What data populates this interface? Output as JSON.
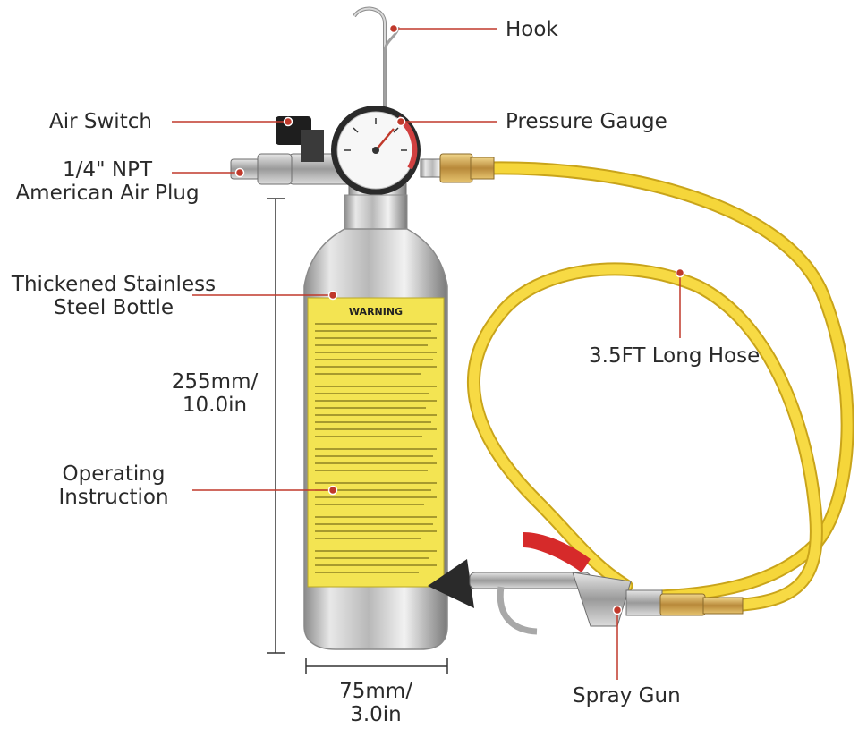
{
  "labels": {
    "hook": "Hook",
    "air_switch": "Air Switch",
    "pressure_gauge": "Pressure Gauge",
    "air_plug_line1": "1/4\" NPT",
    "air_plug_line2": "American Air Plug",
    "bottle_line1": "Thickened Stainless",
    "bottle_line2": "Steel Bottle",
    "hose": "3.5FT Long Hose",
    "height_line1": "255mm/",
    "height_line2": "10.0in",
    "instruction_line1": "Operating",
    "instruction_line2": "Instruction",
    "width_line1": "75mm/",
    "width_line2": "3.0in",
    "spray_gun": "Spray Gun"
  },
  "bottle_label": {
    "title": "WARNING"
  },
  "colors": {
    "leader_line": "#c0392b",
    "leader_dot": "#c0392b",
    "hose": "#f2d237",
    "bottle_label": "#f3e452",
    "gauge_needle": "#c0392b",
    "dimension_line": "#333333",
    "steel": "#c9c9c9"
  }
}
